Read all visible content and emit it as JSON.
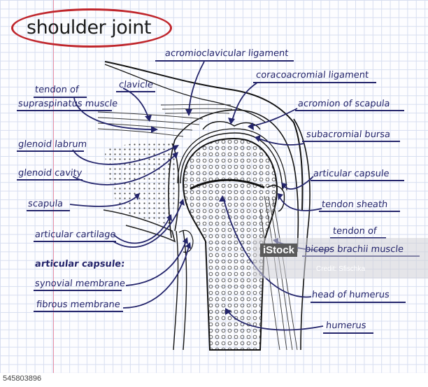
{
  "title": "shoulder joint",
  "labels": {
    "acromioclavicular_ligament": "acromioclavicular ligament",
    "coracoacromial_ligament": "coracoacromial ligament",
    "tendon_of": "tendon of",
    "supraspinatus_muscle": "supraspinatus muscle",
    "clavicle": "clavicle",
    "acromion_of_scapula": "acromion of scapula",
    "subacromial_bursa": "subacromial bursa",
    "glenoid_labrum": "glenoid labrum",
    "glenoid_cavity": "glenoid cavity",
    "articular_capsule_right": "articular capsule",
    "scapula": "scapula",
    "tendon_sheath": "tendon sheath",
    "articular_cartilage": "articular cartilage",
    "tendon_of_biceps": "tendon of",
    "biceps_brachii_muscle": "biceps brachii muscle",
    "articular_capsule_colon": "articular capsule:",
    "synovial_membrane": "synovial membrane",
    "fibrous_membrane": "fibrous membrane",
    "head_of_humerus": "head of humerus",
    "humerus": "humerus"
  },
  "watermark": {
    "logo": "iStock",
    "credit": "Credit: Sfischka"
  },
  "stock_id": "545803896",
  "colors": {
    "ink": "#23246b",
    "title_oval": "#c0262c",
    "grid": "#d7def0",
    "margin_line": "#e58fa6"
  }
}
